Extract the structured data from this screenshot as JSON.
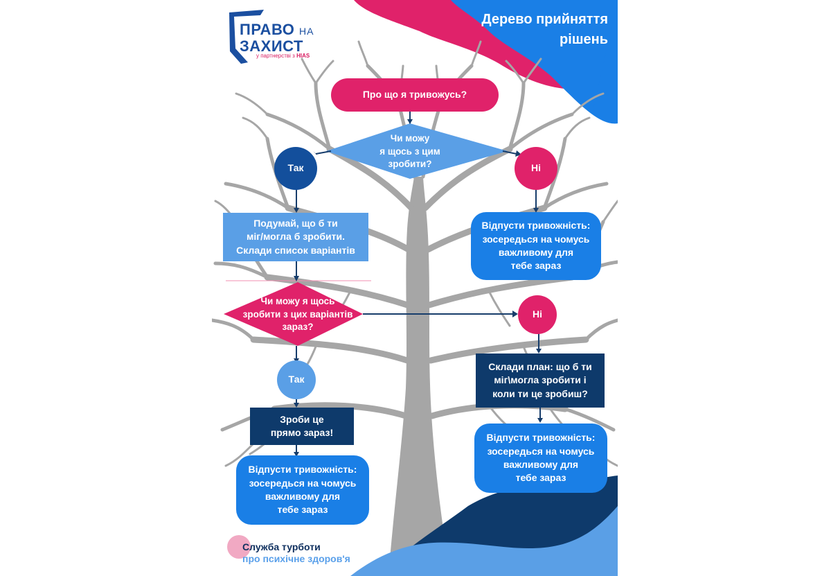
{
  "logo": {
    "line1": "ПРАВО",
    "line1_suffix": "НА",
    "line2": "ЗАХИСТ",
    "partner_text": "у партнерстві з",
    "partner_brand": "HIAS"
  },
  "title": "Дерево прийняття\nрішень",
  "colors": {
    "pink": "#e0226a",
    "blue": "#1a7fe6",
    "light_blue": "#5a9fe6",
    "navy": "#0e3a6b",
    "dark_blue": "#134f9c",
    "tree_gray": "#a6a6a6",
    "arrow": "#173d6b"
  },
  "nodes": {
    "start": "Про що я тривожусь?",
    "question1": "Чи можу\nя щось з цим\nзробити?",
    "yes1": "Так",
    "no1": "Ні",
    "think": "Подумай, що б ти\nміг/могла б зробити.\nСклади список варіантів",
    "release1": "Відпусти тривожність:\nзосередься на чомусь\nважливому для\nтебе зараз",
    "question2": "Чи можу я щось\nзробити з цих варіантів\nзараз?",
    "no2": "Ні",
    "plan": "Склади план: що б ти\nміг\\могла зробити і\nколи ти це зробиш?",
    "yes2": "Так",
    "do_now": "Зроби це\nпрямо зараз!",
    "release2": "Відпусти тривожність:\nзосередься на чомусь\nважливому для\nтебе зараз",
    "release3": "Відпусти тривожність:\nзосередься на чомусь\nважливому для\nтебе зараз"
  },
  "footer": {
    "line1": "Служба турботи",
    "line2": "про психічне здоров'я"
  }
}
